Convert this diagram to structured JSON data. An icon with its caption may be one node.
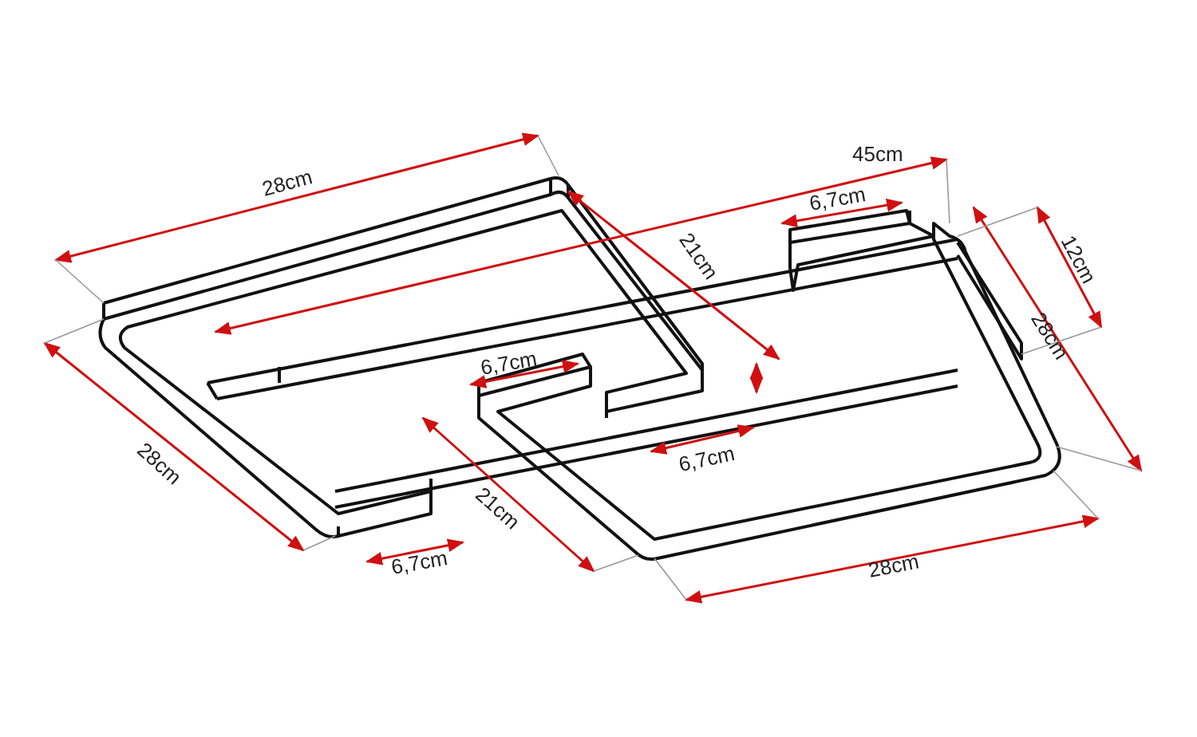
{
  "diagram": {
    "labels": [
      "45cm",
      "28cm",
      "6,7cm",
      "12cm",
      "21cm",
      "28cm",
      "6,7cm",
      "28cm",
      "6,7cm",
      "21cm",
      "6,7cm",
      "28cm"
    ]
  }
}
